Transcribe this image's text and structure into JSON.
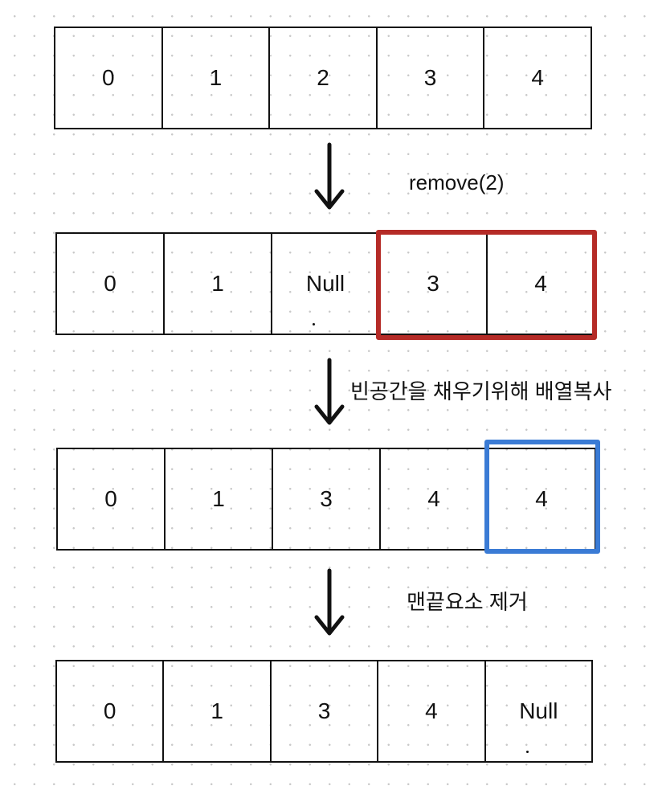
{
  "rows": [
    {
      "cells": [
        "0",
        "1",
        "2",
        "3",
        "4"
      ]
    },
    {
      "cells": [
        "0",
        "1",
        "Null",
        "3",
        "4"
      ]
    },
    {
      "cells": [
        "0",
        "1",
        "3",
        "4",
        "4"
      ]
    },
    {
      "cells": [
        "0",
        "1",
        "3",
        "4",
        "Null"
      ]
    }
  ],
  "steps": [
    {
      "label": "remove(2)"
    },
    {
      "label": "빈공간을 채우기위해 배열복사"
    },
    {
      "label": "맨끝요소 제거"
    }
  ],
  "colors": {
    "stroke": "#111111",
    "highlight_red": "#b52b27",
    "highlight_blue": "#3a7bd5"
  },
  "icons": {
    "step_arrow": "arrow-down-icon"
  }
}
